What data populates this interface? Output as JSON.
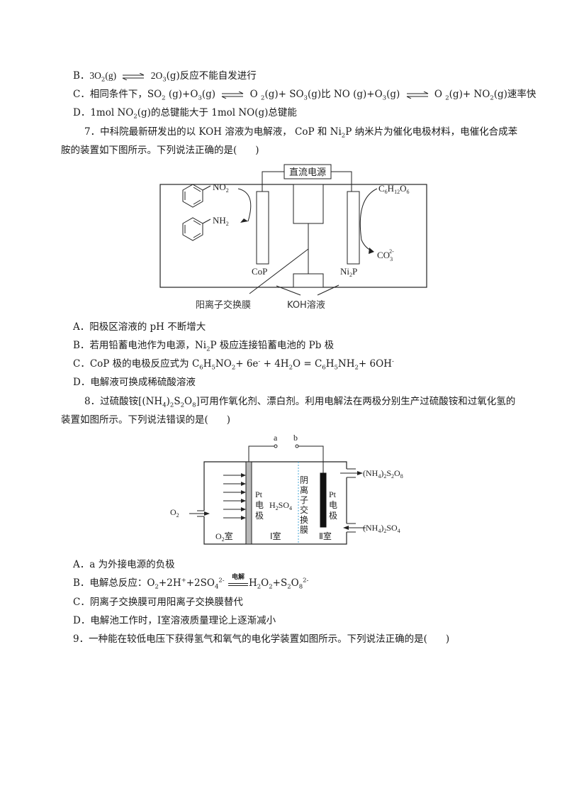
{
  "q6": {
    "optB": {
      "label": "B．",
      "pre": "3O",
      "sub1": "2",
      "mid1": "(g)",
      "post": "2O",
      "sub2": "3",
      "tail": "(g)反应不能自发进行"
    },
    "optC": {
      "label": "C．",
      "text1": "相同条件下，SO",
      "s1": "2",
      "text2": " (g)+O",
      "s2": "3",
      "text3": "(g)",
      "text4": " O ",
      "s3": "2",
      "text5": "(g)+  SO",
      "s4": "3",
      "text6": "(g)比 NO  (g)+O",
      "s5": "3",
      "text7": "(g)",
      "text8": " O ",
      "s6": "2",
      "text9": "(g)+  NO",
      "s7": "2",
      "text10": "(g)速率快"
    },
    "optD": {
      "label": "D．",
      "text1": "1mol NO",
      "s1": "2",
      "text2": "(g)的总键能大于 1mol NO(g)总键能"
    }
  },
  "q7": {
    "stem_line1": "7．中科院最新研发出的以 KOH 溶液为电解液，  CoP 和 Ni",
    "stem_sub": "2",
    "stem_line1b": "P 纳米片为催化电极材料，电催化合成苯",
    "stem_line2": "胺的装置如下图所示。下列说法正确的是(",
    "stem_close": ")",
    "figure": {
      "power_label": "直流电源",
      "left_electrode": "CoP",
      "right_electrode_pre": "Ni",
      "right_electrode_sub": "2",
      "right_electrode_post": "P",
      "reactant_left": "NO",
      "reactant_left_sub": "2",
      "product_left": "NH",
      "product_left_sub": "2",
      "reactant_right": "C6H12O6",
      "product_right": "CO3 2-",
      "membrane_label": "阳离子交换膜",
      "solution_label": "KOH溶液"
    },
    "options": [
      {
        "label": "A．",
        "text": "阳极区溶液的 pH 不断增大"
      },
      {
        "label": "B．",
        "text1": "若用铅蓄电池作为电源，Ni",
        "sub": "2",
        "text2": "P  极应连接铅蓄电池的 Pb 极"
      },
      {
        "label": "C．",
        "text1": "CoP 极的电极反应式为 C",
        "s1": "6",
        "t2": "H",
        "s2": "5",
        "t3": "NO",
        "s3": "2",
        "t4": "+ 6e",
        "sup1": "-",
        "t5": "  + 4H",
        "s4": "2",
        "t6": "O = C",
        "s5": "6",
        "t7": "H",
        "s6": "5",
        "t8": "NH",
        "s7": "2",
        "t9": "+ 6OH",
        "sup2": "-"
      },
      {
        "label": "D．",
        "text": "电解液可换成稀硫酸溶液"
      }
    ]
  },
  "q8": {
    "stem_line1a": "8．过硫酸铵[(NH",
    "s1": "4",
    "stem_line1b": ")",
    "s2": "2",
    "stem_line1c": "S",
    "s3": "2",
    "stem_line1d": "O",
    "s4": "8",
    "stem_line1e": "]可用作氧化剂、漂白剂。利用电解法在两极分别生产过硫酸铵和过氧化氢的",
    "stem_line2": "装置如图所示。下列说法错误的是(",
    "stem_close": ")",
    "figure": {
      "terminal_a": "a",
      "terminal_b": "b",
      "o2_in": "O2",
      "o2_room": "O2室",
      "left_electrode": [
        "Pt",
        "电",
        "极"
      ],
      "middle_solution": "H2SO4",
      "room1": "Ⅰ室",
      "membrane": [
        "阴",
        "离",
        "子",
        "交",
        "换",
        "膜"
      ],
      "right_electrode": [
        "Pt",
        "电",
        "极"
      ],
      "room2": "Ⅱ室",
      "out_product": "(NH4)2S2O8",
      "in_feed": "(NH4)2SO4"
    },
    "options": [
      {
        "label": "A．",
        "text": "a 为外接电源的负极"
      },
      {
        "label": "B．",
        "text1": "电解总反应：O",
        "s1": "2",
        "t2": "+2H",
        "sup1": "+",
        "t3": "+2SO",
        "s2": "4",
        "sup2": "2-",
        "cond": "电解",
        "t4": "H",
        "s3": "2",
        "t5": "O",
        "s4": "2",
        "t6": "+S",
        "s5": "2",
        "t7": "O",
        "s6": "8",
        "sup3": "2-"
      },
      {
        "label": "C．",
        "text": "阴离子交换膜可用阳离子交换膜替代"
      },
      {
        "label": "D．",
        "text": "电解池工作时，Ⅰ室溶液质量理论上逐渐减小"
      }
    ]
  },
  "q9": {
    "stem": "9．一种能在较低电压下获得氢气和氧气的电化学装置如图所示。下列说法正确的是(",
    "stem_close": ")"
  }
}
